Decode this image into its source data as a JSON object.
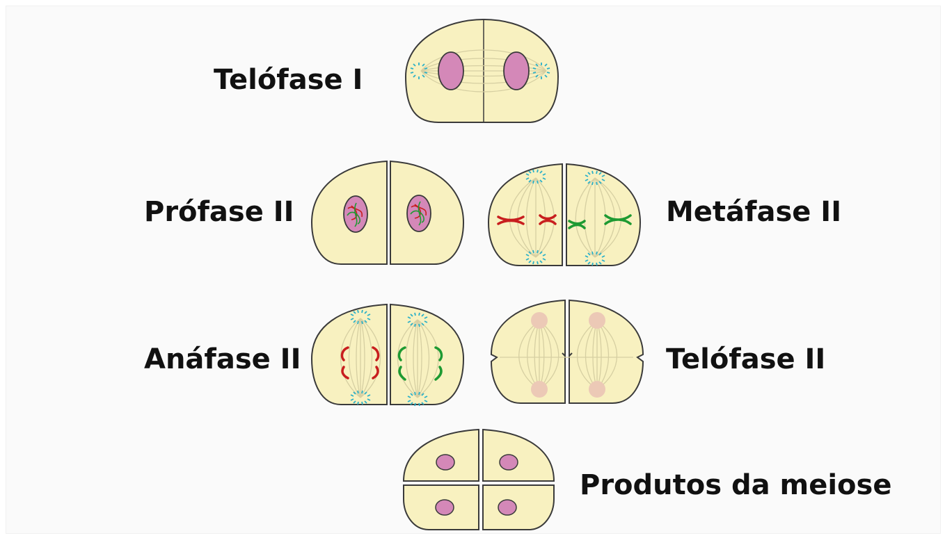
{
  "labels": {
    "telofase_1": "Telófase I",
    "profase_2": "Prófase II",
    "metafase_2": "Metáfase II",
    "anafase_2": "Anáfase II",
    "telofase_2": "Telófase II",
    "produtos": "Produtos da meiose"
  },
  "colors": {
    "cytoplasm": "#f8f1c0",
    "outline": "#3a3a3a",
    "nucleus": "#d488b8",
    "spindle": "#d6cfa2",
    "centrosome": "#2ab0c8",
    "chromosome_red": "#c81e1e",
    "chromosome_green": "#1e9a32",
    "telophase_nucleus": "#ecc9b6"
  }
}
